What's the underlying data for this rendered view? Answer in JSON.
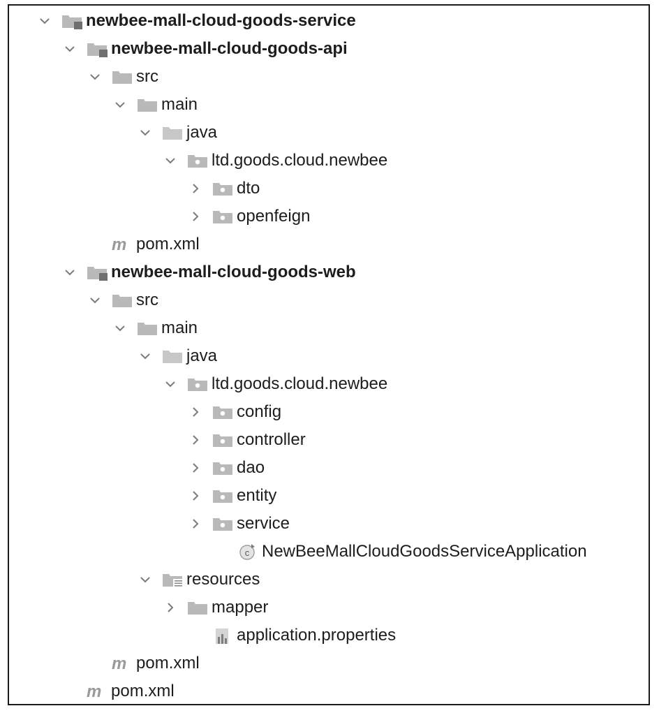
{
  "tree": {
    "items": [
      {
        "label": "newbee-mall-cloud-goods-service",
        "icon": "module-folder-icon",
        "chevron": "down",
        "bold": true,
        "depth": 0
      },
      {
        "label": "newbee-mall-cloud-goods-api",
        "icon": "module-folder-icon",
        "chevron": "down",
        "bold": true,
        "depth": 1
      },
      {
        "label": "src",
        "icon": "folder-icon",
        "chevron": "down",
        "bold": false,
        "depth": 2
      },
      {
        "label": "main",
        "icon": "folder-icon",
        "chevron": "down",
        "bold": false,
        "depth": 3
      },
      {
        "label": "java",
        "icon": "source-folder-icon",
        "chevron": "down",
        "bold": false,
        "depth": 4
      },
      {
        "label": "ltd.goods.cloud.newbee",
        "icon": "package-icon",
        "chevron": "down",
        "bold": false,
        "depth": 5
      },
      {
        "label": "dto",
        "icon": "package-icon",
        "chevron": "right",
        "bold": false,
        "depth": 6
      },
      {
        "label": "openfeign",
        "icon": "package-icon",
        "chevron": "right",
        "bold": false,
        "depth": 6
      },
      {
        "label": "pom.xml",
        "icon": "maven-icon",
        "chevron": "none",
        "bold": false,
        "depth": 2
      },
      {
        "label": "newbee-mall-cloud-goods-web",
        "icon": "module-folder-icon",
        "chevron": "down",
        "bold": true,
        "depth": 1
      },
      {
        "label": "src",
        "icon": "folder-icon",
        "chevron": "down",
        "bold": false,
        "depth": 2
      },
      {
        "label": "main",
        "icon": "folder-icon",
        "chevron": "down",
        "bold": false,
        "depth": 3
      },
      {
        "label": "java",
        "icon": "source-folder-icon",
        "chevron": "down",
        "bold": false,
        "depth": 4
      },
      {
        "label": "ltd.goods.cloud.newbee",
        "icon": "package-icon",
        "chevron": "down",
        "bold": false,
        "depth": 5
      },
      {
        "label": "config",
        "icon": "package-icon",
        "chevron": "right",
        "bold": false,
        "depth": 6
      },
      {
        "label": "controller",
        "icon": "package-icon",
        "chevron": "right",
        "bold": false,
        "depth": 6
      },
      {
        "label": "dao",
        "icon": "package-icon",
        "chevron": "right",
        "bold": false,
        "depth": 6
      },
      {
        "label": "entity",
        "icon": "package-icon",
        "chevron": "right",
        "bold": false,
        "depth": 6
      },
      {
        "label": "service",
        "icon": "package-icon",
        "chevron": "right",
        "bold": false,
        "depth": 6
      },
      {
        "label": "NewBeeMallCloudGoodsServiceApplication",
        "icon": "java-class-icon",
        "chevron": "none",
        "bold": false,
        "depth": 7
      },
      {
        "label": "resources",
        "icon": "resources-folder-icon",
        "chevron": "down",
        "bold": false,
        "depth": 4
      },
      {
        "label": "mapper",
        "icon": "folder-icon",
        "chevron": "right",
        "bold": false,
        "depth": 5
      },
      {
        "label": "application.properties",
        "icon": "properties-file-icon",
        "chevron": "none",
        "bold": false,
        "depth": 6
      },
      {
        "label": "pom.xml",
        "icon": "maven-icon",
        "chevron": "none",
        "bold": false,
        "depth": 2
      },
      {
        "label": "pom.xml",
        "icon": "maven-icon",
        "chevron": "none",
        "bold": false,
        "depth": 1
      }
    ]
  }
}
